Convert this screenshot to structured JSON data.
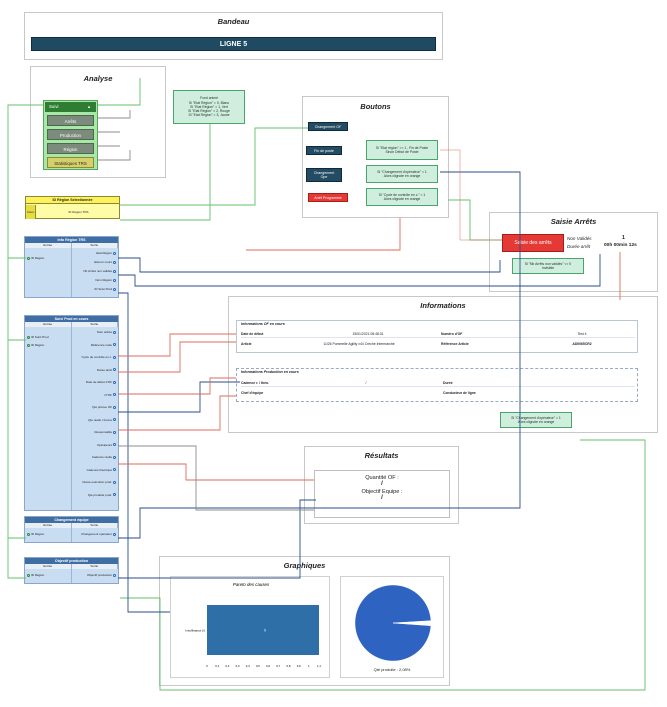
{
  "bandeau": {
    "title": "Bandeau",
    "banner": "LIGNE 5"
  },
  "analyse": {
    "title": "Analyse",
    "menu_top": "Suivi",
    "items": [
      "Arrêts",
      "Production",
      "Région",
      "Statistiques TRS"
    ]
  },
  "note_fond_animé": [
    "Fond animé",
    "Si \"Etat Région\" = 0, Blanc",
    "Si \"Etat Région\" = 1, Vert",
    "Si \"Etat Région\" = 2, Rouge",
    "Si \"Etat Région\" = 3, Jaune"
  ],
  "id_region_selectionnee": {
    "title": "ID Région Selectionnée",
    "label": "Dest",
    "value": "ID Région TRS"
  },
  "boutons": {
    "title": "Boutons",
    "changement_of": "Changement OF",
    "fin_de_poste": "Fin de poste",
    "changement_ope": [
      "Changement",
      "Ope"
    ],
    "arret_programme": "Arrêt Programme",
    "note_fin_poste": [
      "Si \"Etat région\" >= 1 , Fin de Poste",
      "Sinon Début de Poste"
    ],
    "note_changement_op": [
      "Si \"Changement d'opérateur\" = 1",
      "Alors clignote en orange"
    ],
    "note_cycle": [
      "Si \"Cycle de contrôle en c.\" = 1",
      "Alors clignote en orange"
    ]
  },
  "saisie_arrets": {
    "title": "Saisie Arrêts",
    "button": "Saisie des arrêts",
    "non_validees_label": "Non Validés",
    "non_validees_value": "1",
    "duree_label": "Durée arrêt",
    "duree_value": "00h 00min 12s",
    "note": [
      "Si \"Nb Arrêts non validés\" <> 0",
      "Invisible"
    ]
  },
  "info_region_trs": {
    "title": "Info Région TRS",
    "col_left": "Entrée",
    "col_right": "Sortie",
    "inputs": [
      "ID Région"
    ],
    "outputs": [
      "Etat Région",
      "Etat en cours",
      "Nb Arrêts non validés",
      "Nom Région",
      "ID Suivi Prod"
    ]
  },
  "suivi_prod": {
    "title": "Suivi Prod en cours",
    "col_left": "Entrée",
    "col_right": "Sortie",
    "inputs": [
      "ID Suivi Prod",
      "ID Région"
    ],
    "outputs": [
      "Num article",
      "Référence code",
      "Cycle de contrôle en c.",
      "Durée arrêt",
      "Date de début d'OF",
      "N°OF",
      "Qté prévue OF",
      "Qte réelle / bonne",
      "Responsable",
      "Opérateurs",
      "Cadence réelle",
      "Cadence théorique",
      "Durée exécution prod.",
      "Qté produite prod."
    ]
  },
  "informations": {
    "title": "Informations",
    "of_title": "Informations OF en cours",
    "date_debut_label": "Date de début",
    "date_debut_value": "15/01/2021 08:48:31",
    "num_of_label": "Numéro d'OF",
    "num_of_value": "Test 4",
    "article_label": "Article",
    "article_value": "11/26 Pommelle Agility x44 Crèche Intermarché",
    "ref_article_label": "Référence Article",
    "ref_article_value": "AD0065CR2",
    "prod_title": "Informations Production en cours",
    "cadence_label": "Cadence r. / théo.",
    "cadence_value": "/",
    "duree_label": "Durée",
    "chef_label": "Chef d'équipe",
    "conducteur_label": "Conducteur de ligne",
    "note": [
      "Si \"Changement d'opérateur\" = 1",
      "Alors clignote en orange"
    ]
  },
  "resultats": {
    "title": "Résultats",
    "quantite_label": "Quantité OF :",
    "quantite_value": "/",
    "objectif_label": "Objectif Equipe :",
    "objectif_value": "/"
  },
  "changement_equipe": {
    "title": "Changement équipe",
    "col_left": "Entrée",
    "col_right": "Sortie",
    "input": "ID Région",
    "output": "Changement opérateur"
  },
  "objectif_production": {
    "title": "Objectif production",
    "col_left": "Entrée",
    "col_right": "Sortie",
    "input": "ID Région",
    "output": "Objectif production"
  },
  "graphiques": {
    "title": "Graphiques",
    "pie_caption": "Qté produite : 2,08%"
  },
  "chart_data": [
    {
      "type": "bar",
      "title": "Pareto des causes",
      "categories": [
        "Insuffisance (/)"
      ],
      "values": [
        0
      ],
      "bar_label": "0",
      "xticks": [
        "0",
        "0,1",
        "0,2",
        "0,3",
        "0,4",
        "0,5",
        "0,6",
        "0,7",
        "0,8",
        "0,9",
        "1",
        "1,1"
      ],
      "xlim": [
        0,
        1.1
      ]
    },
    {
      "type": "pie",
      "values": [
        97.92,
        2.08
      ],
      "colors": [
        "#2f63c2",
        "#ffffff"
      ]
    }
  ],
  "colors": {
    "green_note": "#cfeedd",
    "dark_button": "#234b63",
    "red_button": "#e53935",
    "banner": "#1f4a62",
    "panel_blue": "#c9ddf2"
  }
}
